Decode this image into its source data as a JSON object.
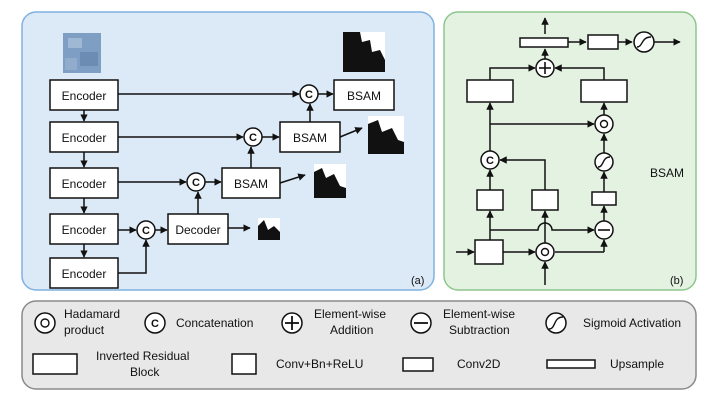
{
  "panel_a": {
    "label": "(a)",
    "encoders": [
      "Encoder",
      "Encoder",
      "Encoder",
      "Encoder",
      "Encoder"
    ],
    "decoder": "Decoder",
    "bsam_blocks": [
      "BSAM",
      "BSAM",
      "BSAM"
    ],
    "concat_symbol": "C"
  },
  "panel_b": {
    "label": "(b)",
    "title": "BSAM",
    "concat_symbol": "C"
  },
  "legend": {
    "hadamard": "Hadamard product",
    "hadamard_line1": "Hadamard",
    "hadamard_line2": "product",
    "concat_symbol": "C",
    "concatenation": "Concatenation",
    "addition_line1": "Element-wise",
    "addition_line2": "Addition",
    "subtraction_line1": "Element-wise",
    "subtraction_line2": "Subtraction",
    "sigmoid": "Sigmoid Activation",
    "inverted_residual_line1": "Inverted Residual",
    "inverted_residual_line2": "Block",
    "conv_bn_relu": "Conv+Bn+ReLU",
    "conv2d": "Conv2D",
    "upsample": "Upsample"
  },
  "colors": {
    "panel_a_fill": "#dce9f7",
    "panel_a_stroke": "#7fb2e0",
    "panel_b_fill": "#e4f2e2",
    "panel_b_stroke": "#8cc68c",
    "legend_fill": "#e8e8e8",
    "legend_stroke": "#8a8a8a"
  }
}
